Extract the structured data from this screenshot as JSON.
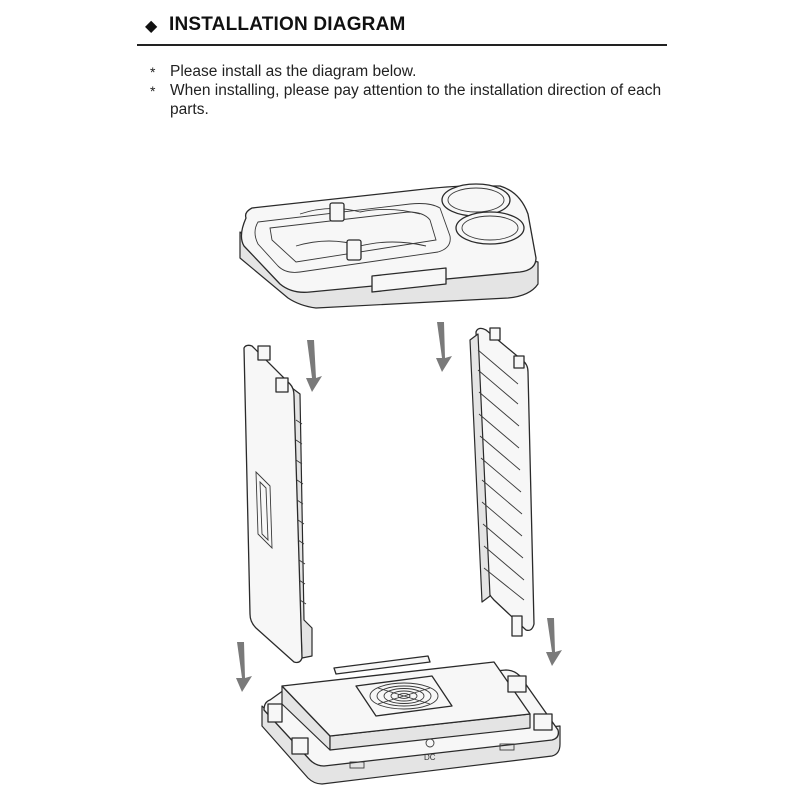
{
  "header": {
    "bullet_symbol": "◆",
    "title": "INSTALLATION DIAGRAM"
  },
  "notes": [
    {
      "bullet": "*",
      "text": "Please install as the diagram below."
    },
    {
      "bullet": "*",
      "text": "When installing, please pay attention to the installation direction of each parts."
    }
  ],
  "diagram": {
    "parts": [
      "top-tray",
      "left-panel",
      "right-panel",
      "base"
    ],
    "base_label": "DC",
    "arrow_color": "#7a7a7a",
    "line_color": "#2a2a2a"
  }
}
